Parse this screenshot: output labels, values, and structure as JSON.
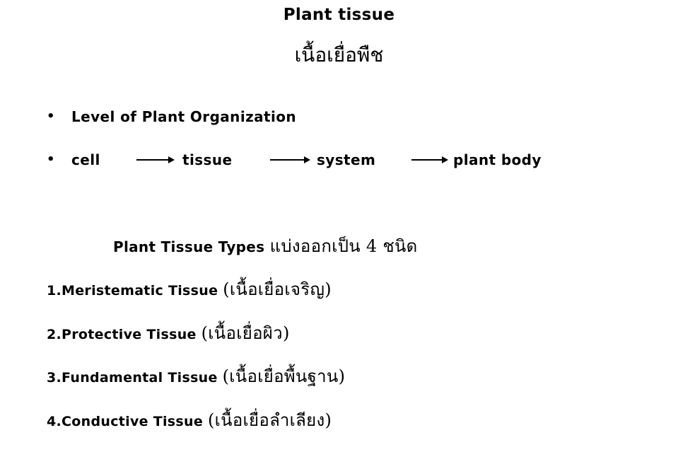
{
  "title": {
    "english": "Plant tissue",
    "thai": "เนื้อเยื่อพืช"
  },
  "bullets": {
    "bullet_symbol": "•",
    "level_heading": "Level of Plant Organization",
    "flow": [
      "cell",
      "tissue",
      "system",
      "plant body"
    ],
    "arrow_symbol": "right-arrow-icon"
  },
  "types": {
    "heading_en": "Plant Tissue Types",
    "heading_th": "แบ่งออกเป็น 4 ชนิด",
    "items": [
      {
        "label": "1.Meristematic Tissue",
        "thai": "(เนื้อเยื่อเจริญ)"
      },
      {
        "label": "2.Protective Tissue",
        "thai": "(เนื้อเยื่อผิว)"
      },
      {
        "label": "3.Fundamental Tissue",
        "thai": "(เนื้อเยื่อพื้นฐาน)"
      },
      {
        "label": "4.Conductive Tissue",
        "thai": "(เนื้อเยื่อลำเลียง)"
      }
    ]
  }
}
